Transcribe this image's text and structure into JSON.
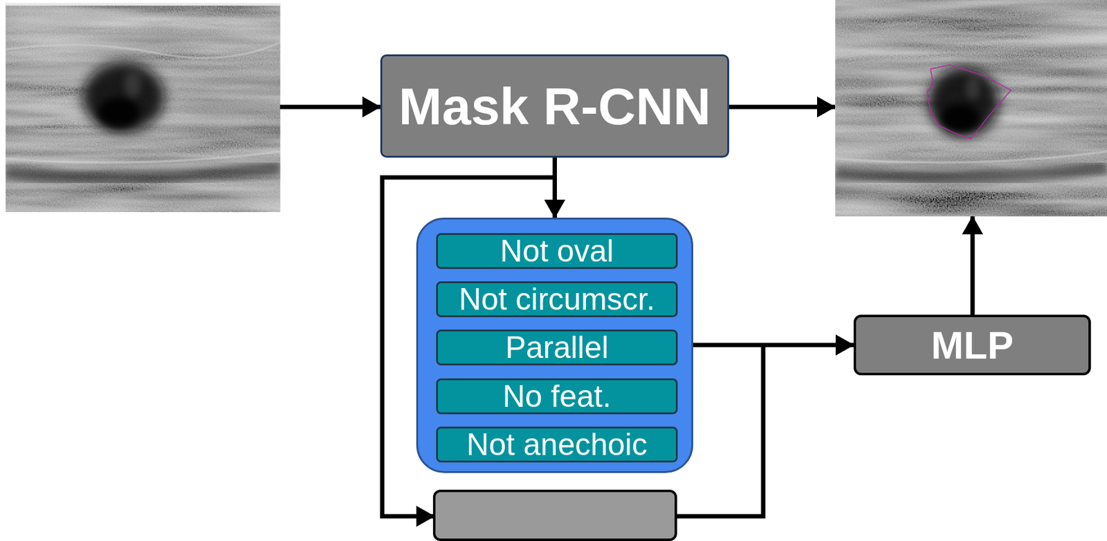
{
  "diagram": {
    "nodes": [
      {
        "text": [
          "Mask R-CNN"
        ]
      },
      {},
      {
        "text": [
          "Not oval"
        ],
        "in": 1
      },
      {
        "text": [
          "Not circumscr."
        ],
        "in": 1
      },
      {
        "text": [
          "Parallel"
        ],
        "in": 1
      },
      {
        "text": [
          "No feat."
        ],
        "in": 1
      },
      {
        "text": [
          "Not anechoic"
        ],
        "in": 1
      },
      {
        "text": [
          "MLP"
        ]
      }
    ],
    "edges": [
      {
        "from": 0,
        "to": 1,
        "arrow": "to"
      },
      {
        "from": 1,
        "to": 7,
        "arrow": "to"
      }
    ]
  }
}
